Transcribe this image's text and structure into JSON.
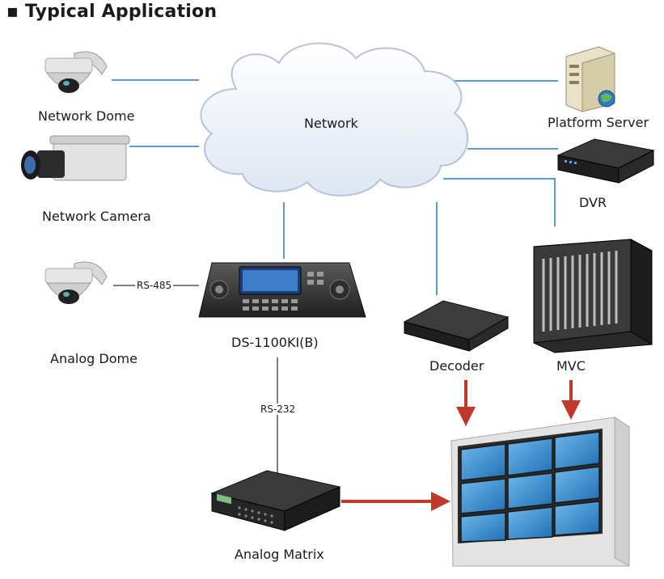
{
  "title": "▪ Typical Application",
  "nodes": {
    "network": "Network",
    "network_dome": "Network Dome",
    "network_camera": "Network Camera",
    "analog_dome": "Analog Dome",
    "keyboard": "DS-1100KI(B)",
    "analog_matrix": "Analog Matrix",
    "platform_server": "Platform Server",
    "dvr": "DVR",
    "decoder": "Decoder",
    "mvc": "MVC"
  },
  "links": {
    "rs485": "RS-485",
    "rs232": "RS-232"
  },
  "colors": {
    "link_line": "#5b9bd5",
    "arrow": "#c0392b",
    "cloud_fill": "#eef3fa",
    "screen": "#2a7fc4"
  }
}
